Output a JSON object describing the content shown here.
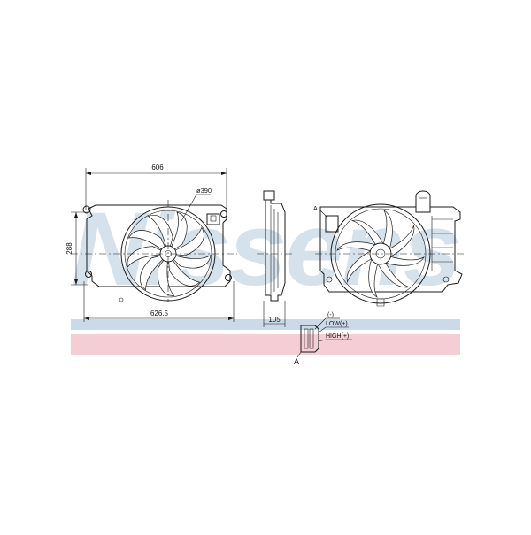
{
  "watermark": {
    "brand": "Nissens",
    "band_color_blue": "#c9dbe9",
    "band_color_red": "#f4cdd5",
    "text_color": "#c7d9e6"
  },
  "front_view": {
    "dim_width_top": "606",
    "dim_height": "288",
    "dim_width_bottom": "626.5",
    "dim_fan_diameter": "ø390"
  },
  "side_view": {
    "dim_depth": "105"
  },
  "rear_view": {
    "detail_marker": "A"
  },
  "connector_detail": {
    "label_ground": "(-)",
    "label_low": "LOW(+)",
    "label_high": "HIGH(+)",
    "detail_marker": "A"
  }
}
